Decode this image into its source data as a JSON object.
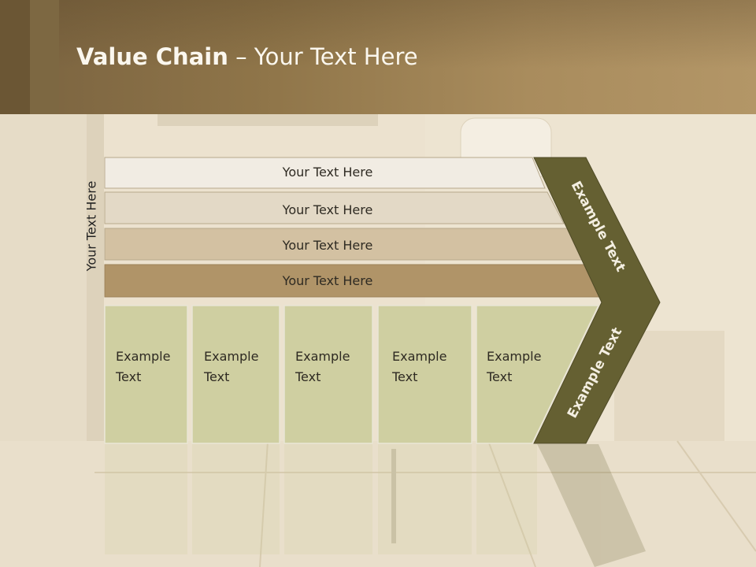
{
  "slide": {
    "title_bold": "Value Chain",
    "title_rest": " – Your Text Here",
    "vertical_label": "Your Text Here"
  },
  "bars": [
    {
      "label": "Your Text Here",
      "color": "#f1ece3"
    },
    {
      "label": "Your Text Here",
      "color": "#e3d9c6"
    },
    {
      "label": "Your Text Here",
      "color": "#d3c1a2"
    },
    {
      "label": "Your Text Here",
      "color": "#b09468"
    }
  ],
  "columns": [
    {
      "line1": "Example",
      "line2": "Text"
    },
    {
      "line1": "Example",
      "line2": "Text"
    },
    {
      "line1": "Example",
      "line2": "Text"
    },
    {
      "line1": "Example",
      "line2": "Text"
    },
    {
      "line1": "Example",
      "line2": "Text"
    }
  ],
  "chevron": {
    "upper_label": "Example Text",
    "lower_label": "Example Text",
    "color": "#656032"
  },
  "colors": {
    "column_fill": "#cfcfa1",
    "column_stroke": "#e9e5d5",
    "header": "#a68a5a"
  }
}
